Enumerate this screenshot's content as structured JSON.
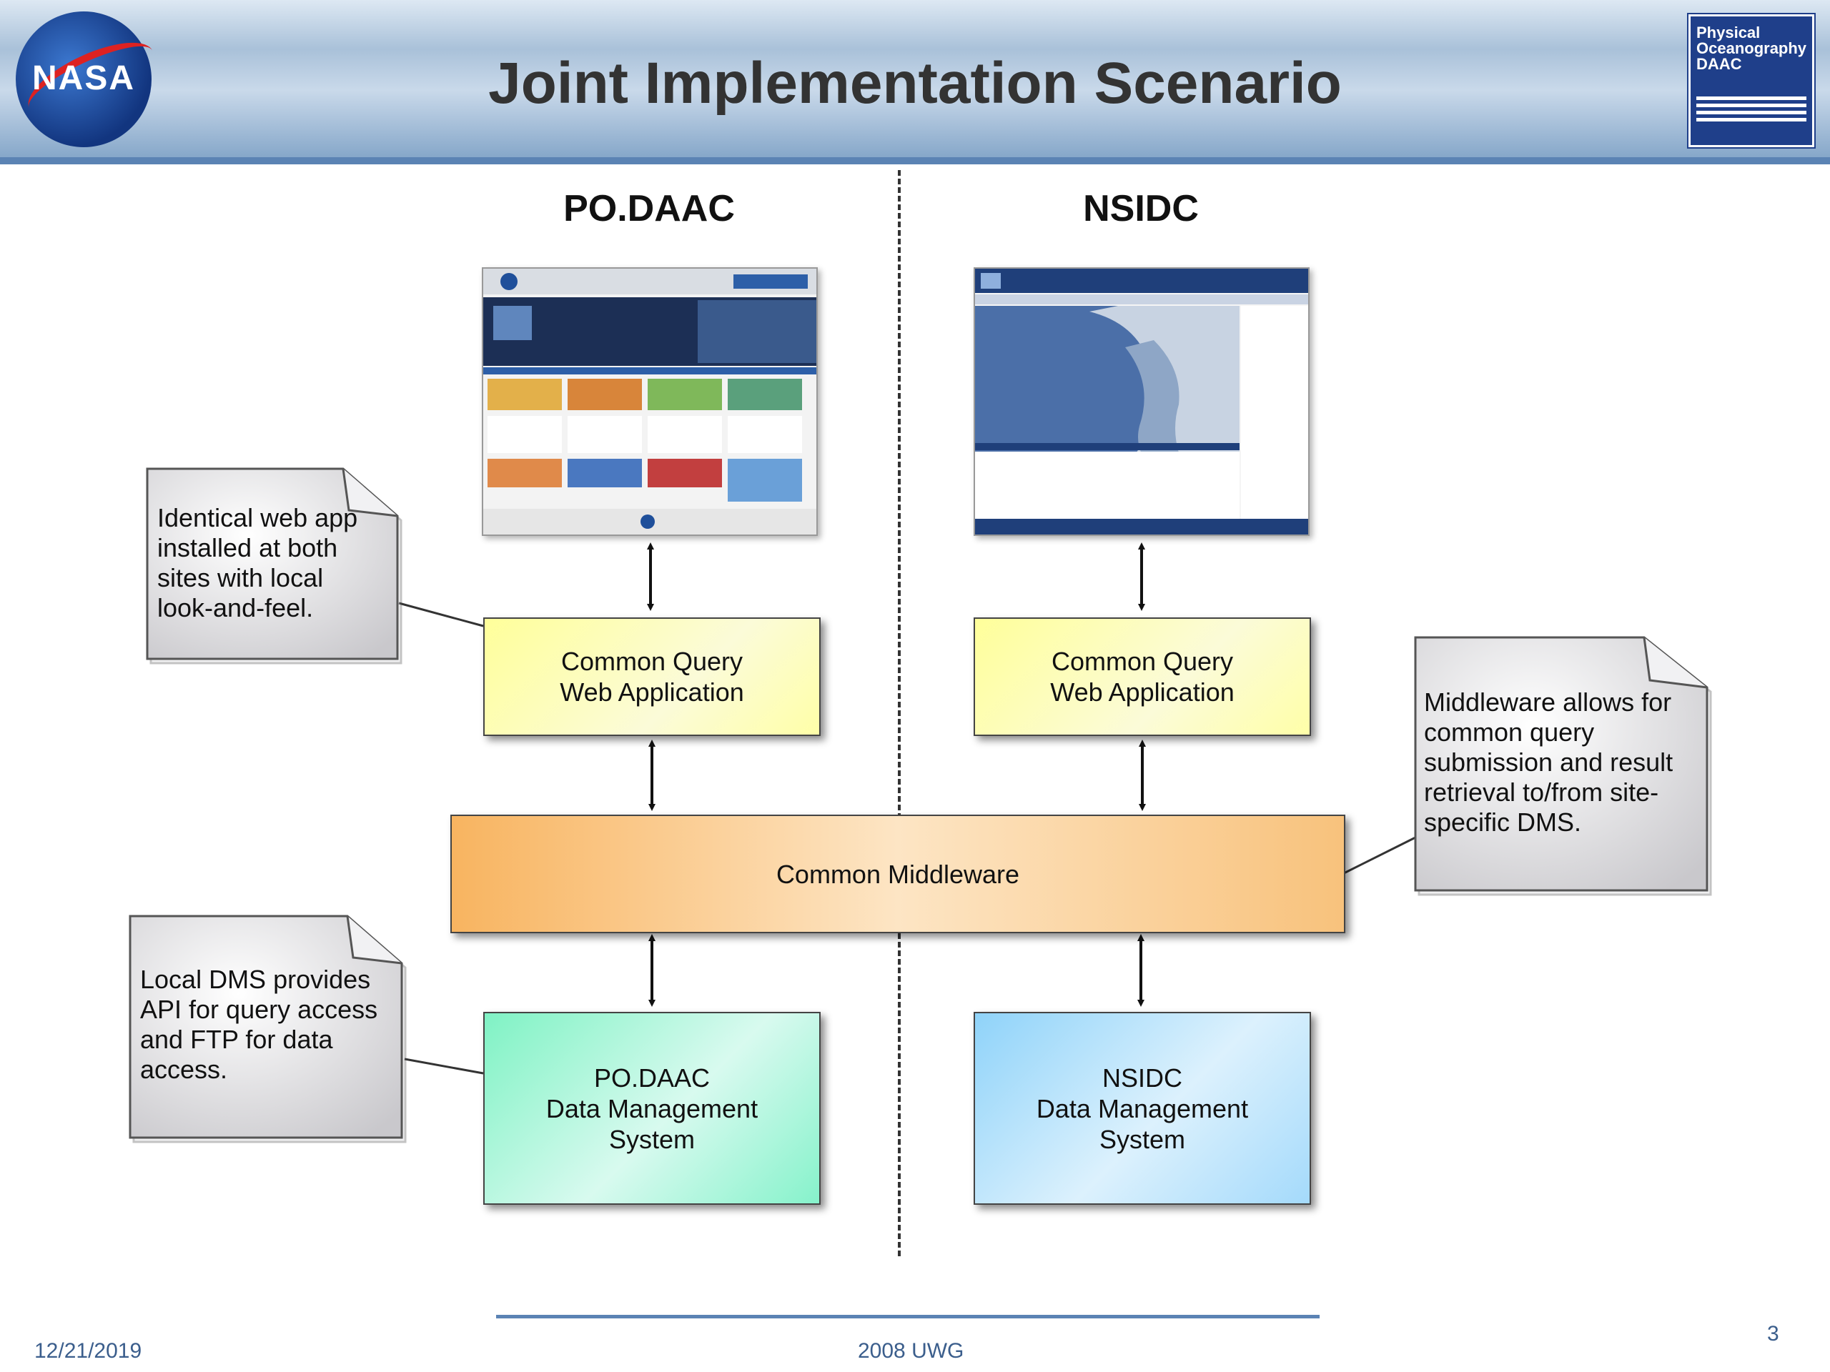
{
  "header": {
    "title": "Joint Implementation Scenario",
    "left_logo": "NASA",
    "right_logo": "Physical Oceanography DAAC"
  },
  "columns": {
    "left": "PO.DAAC",
    "right": "NSIDC"
  },
  "boxes": {
    "cq_left": "Common Query\nWeb Application",
    "cq_right": "Common Query\nWeb Application",
    "middleware": "Common Middleware",
    "dms_left": "PO.DAAC\nData Management\nSystem",
    "dms_right": "NSIDC\nData Management\nSystem"
  },
  "notes": {
    "web_app": "Identical web app\ninstalled at both\nsites with local\nlook-and-feel.",
    "middleware": "Middleware allows for\ncommon query\nsubmission and result\nretrieval to/from site-\nspecific DMS.",
    "dms": "Local DMS provides\nAPI for query access\nand FTP for data\naccess."
  },
  "footer": {
    "date": "12/21/2019",
    "center": "2008 UWG",
    "page": "3"
  },
  "colors": {
    "header_bar": "#5b83b4",
    "cq_fill": "#ffff9a",
    "middleware_fill": "#f8b460",
    "podaac_dms_fill": "#7ff2c4",
    "nsidc_dms_fill": "#8fd3f9"
  }
}
